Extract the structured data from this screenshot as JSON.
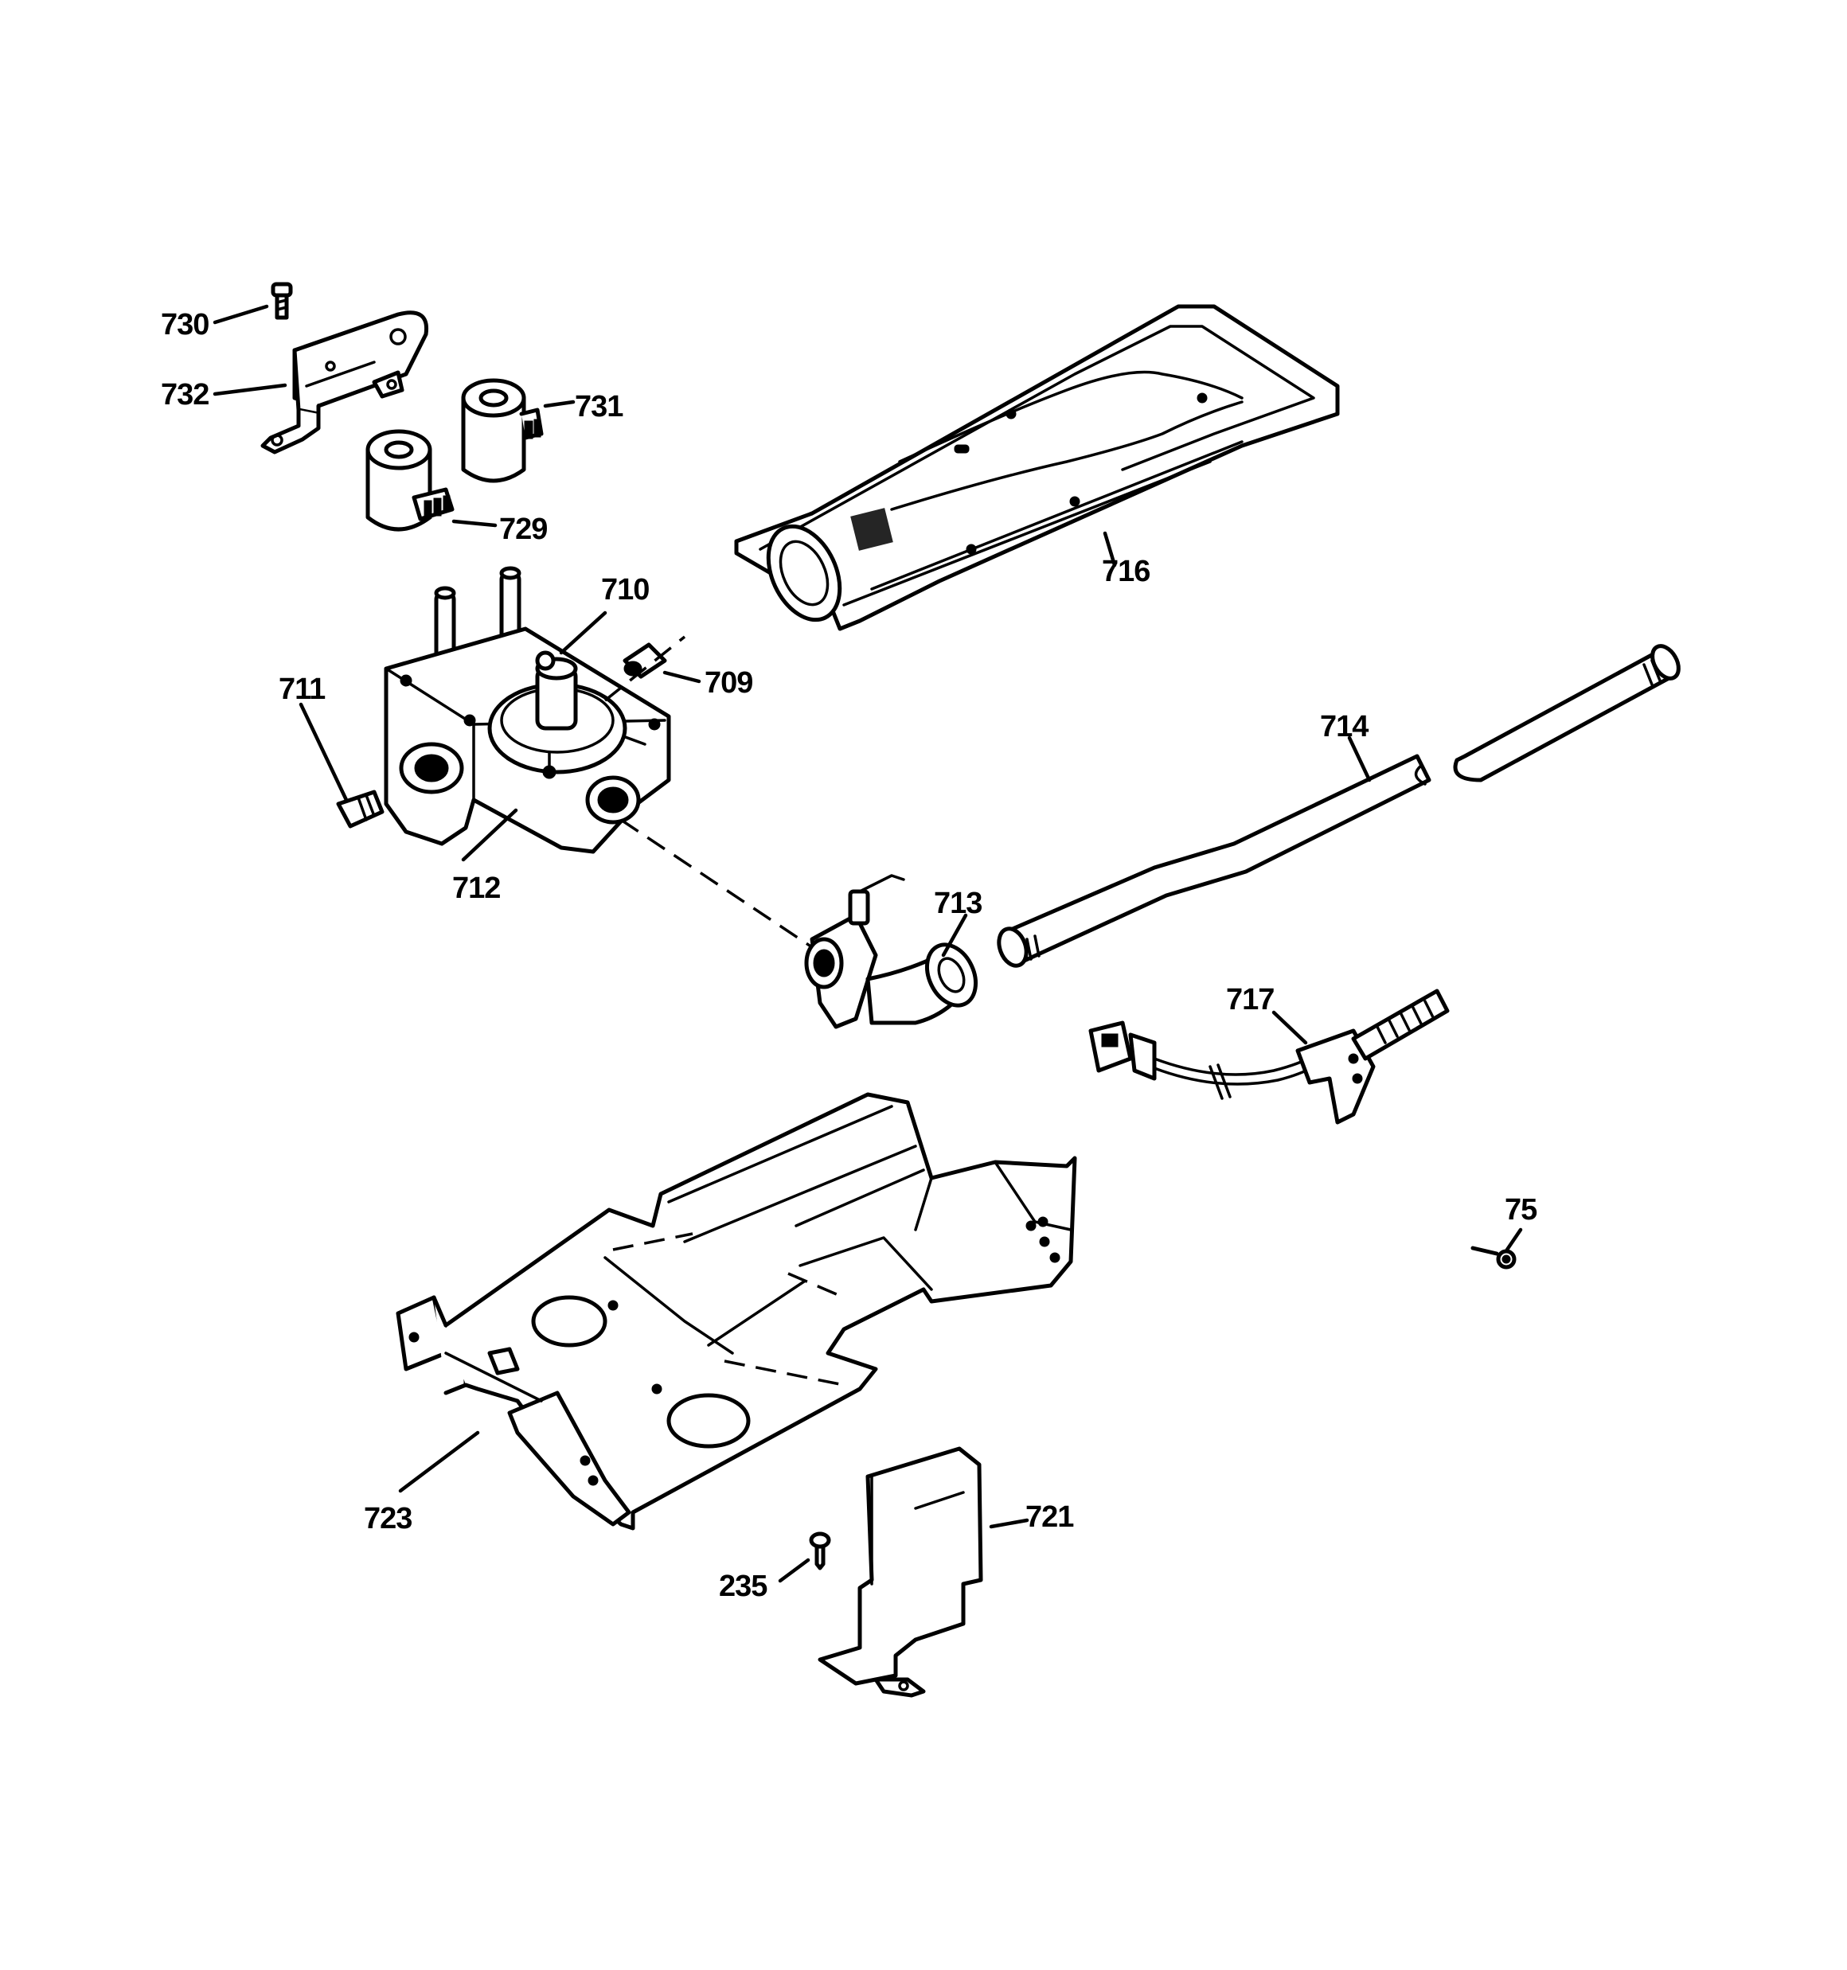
{
  "callouts": {
    "c730": "730",
    "c732": "732",
    "c731": "731",
    "c729": "729",
    "c716": "716",
    "c710": "710",
    "c709": "709",
    "c711": "711",
    "c714": "714",
    "c712": "712",
    "c713": "713",
    "c717": "717",
    "c75": "75",
    "c723": "723",
    "c721": "721",
    "c235": "235"
  }
}
